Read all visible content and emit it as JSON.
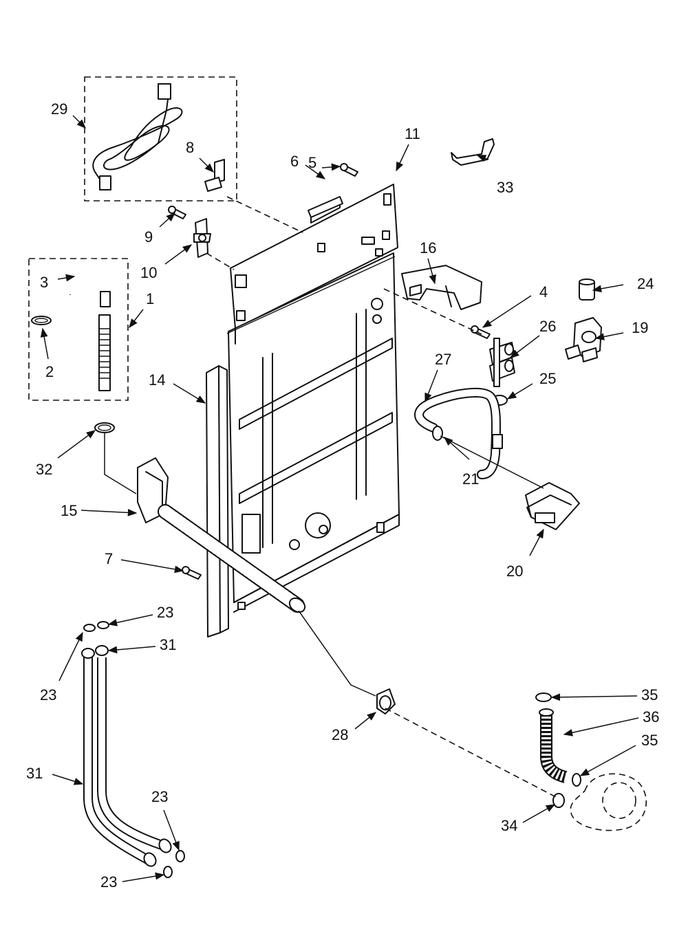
{
  "diagram": {
    "labels": {
      "p1": "1",
      "p2": "2",
      "p3": "3",
      "p4": "4",
      "p5": "5",
      "p6": "6",
      "p7": "7",
      "p8": "8",
      "p9": "9",
      "p10": "10",
      "p11": "11",
      "p14": "14",
      "p15": "15",
      "p16": "16",
      "p19": "19",
      "p20": "20",
      "p21": "21",
      "p23a": "23",
      "p23b": "23",
      "p23c": "23",
      "p23d": "23",
      "p24": "24",
      "p25": "25",
      "p26": "26",
      "p27": "27",
      "p28": "28",
      "p29": "29",
      "p31a": "31",
      "p31b": "31",
      "p32": "32",
      "p33": "33",
      "p34": "34",
      "p35a": "35",
      "p35b": "35",
      "p36": "36"
    }
  }
}
